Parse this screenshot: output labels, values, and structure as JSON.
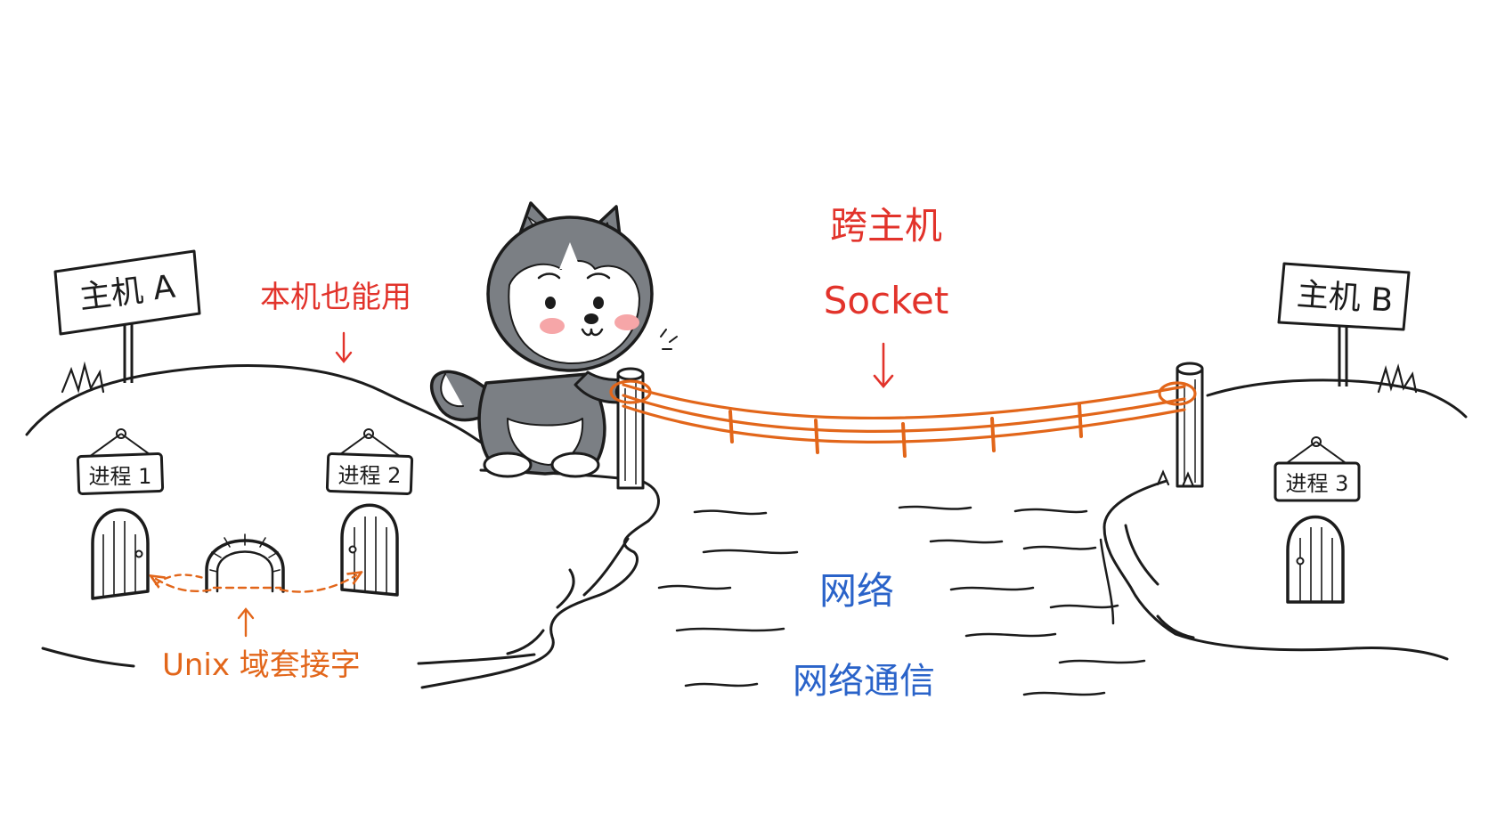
{
  "hosts": {
    "host_a": "主机 A",
    "host_b": "主机 B"
  },
  "processes": {
    "p1": "进程 1",
    "p2": "进程 2",
    "p3": "进程 3"
  },
  "labels": {
    "local_also": "本机也能用",
    "unix_socket": "Unix 域套接字",
    "cross_host": "跨主机",
    "socket": "Socket",
    "network": "网络",
    "network_comm": "网络通信"
  },
  "colors": {
    "red": "#e2332b",
    "orange": "#e2661a",
    "blue": "#2a63c9",
    "ink": "#1c1c1c"
  }
}
